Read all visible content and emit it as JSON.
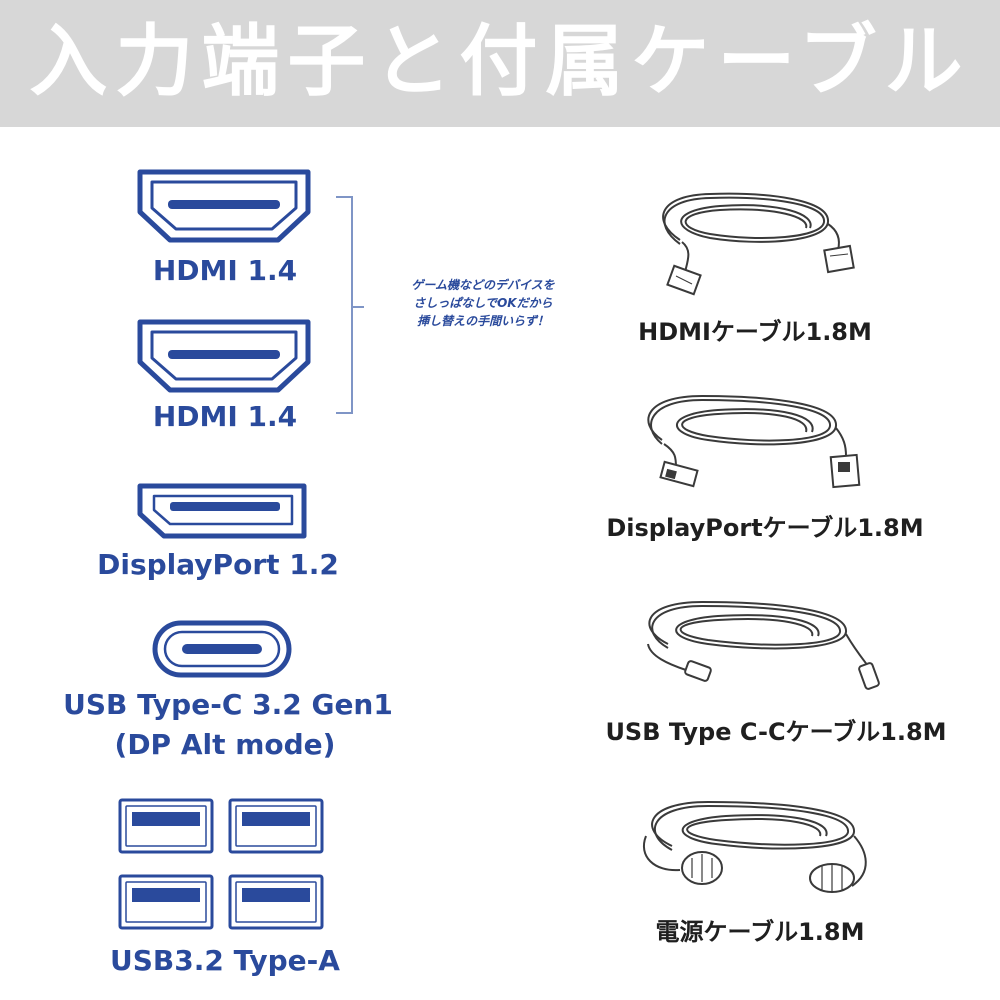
{
  "banner": {
    "title": "入力端子と付属ケーブル"
  },
  "ports": {
    "hdmi1": "HDMI 1.4",
    "hdmi2": "HDMI 1.4",
    "displayport": "DisplayPort 1.2",
    "usbc_line1": "USB Type-C 3.2 Gen1",
    "usbc_line2": "(DP Alt mode)",
    "usba": "USB3.2 Type-A"
  },
  "note": {
    "line1": "ゲーム機などのデバイスを",
    "line2": "さしっぱなしでOKだから",
    "line3": "挿し替えの手間いらず！"
  },
  "cables": {
    "hdmi": "HDMIケーブル1.8M",
    "displayport": "DisplayPortケーブル1.8M",
    "usbc": "USB Type C-Cケーブル1.8M",
    "power": "電源ケーブル1.8M"
  },
  "colors": {
    "port_blue": "#2a4a9c",
    "banner_gray": "#d7d7d7",
    "cable_text": "#1f1f1f"
  }
}
